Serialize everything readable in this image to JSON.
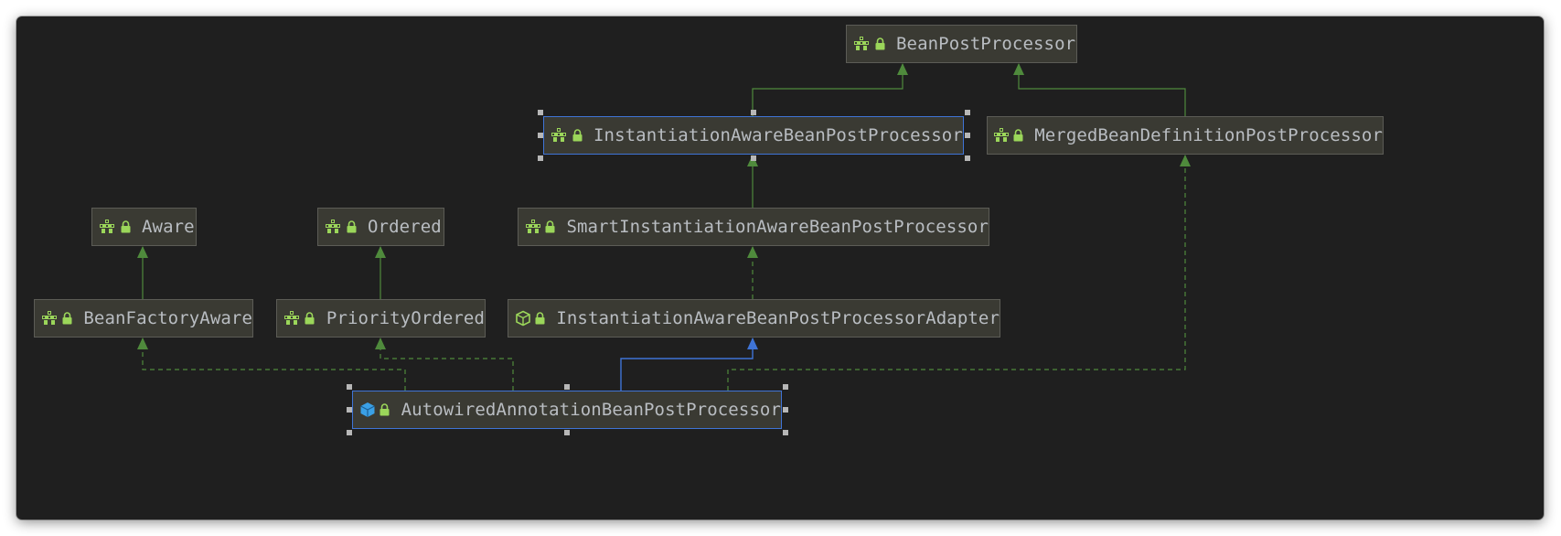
{
  "colors": {
    "background": "#1f1f1f",
    "node_fill": "#3a3a33",
    "node_border": "#5c5c56",
    "selection": "#3f74d6",
    "edge_green": "#4f8a3c",
    "edge_blue": "#3f74d6",
    "icon_green": "#9bd65a",
    "icon_blue": "#3aa0e6"
  },
  "nodes": {
    "bean_post_processor": {
      "label": "BeanPostProcessor",
      "icon": "interface-icon"
    },
    "instantiation_aware": {
      "label": "InstantiationAwareBeanPostProcessor",
      "icon": "interface-icon"
    },
    "merged_bean_definition": {
      "label": "MergedBeanDefinitionPostProcessor",
      "icon": "interface-icon"
    },
    "aware": {
      "label": "Aware",
      "icon": "interface-icon"
    },
    "ordered": {
      "label": "Ordered",
      "icon": "interface-icon"
    },
    "smart_instantiation_aware": {
      "label": "SmartInstantiationAwareBeanPostProcessor",
      "icon": "interface-icon"
    },
    "bean_factory_aware": {
      "label": "BeanFactoryAware",
      "icon": "interface-icon"
    },
    "priority_ordered": {
      "label": "PriorityOrdered",
      "icon": "interface-icon"
    },
    "adapter": {
      "label": "InstantiationAwareBeanPostProcessorAdapter",
      "icon": "abstract-class-icon"
    },
    "autowired": {
      "label": "AutowiredAnnotationBeanPostProcessor",
      "icon": "class-icon"
    }
  }
}
